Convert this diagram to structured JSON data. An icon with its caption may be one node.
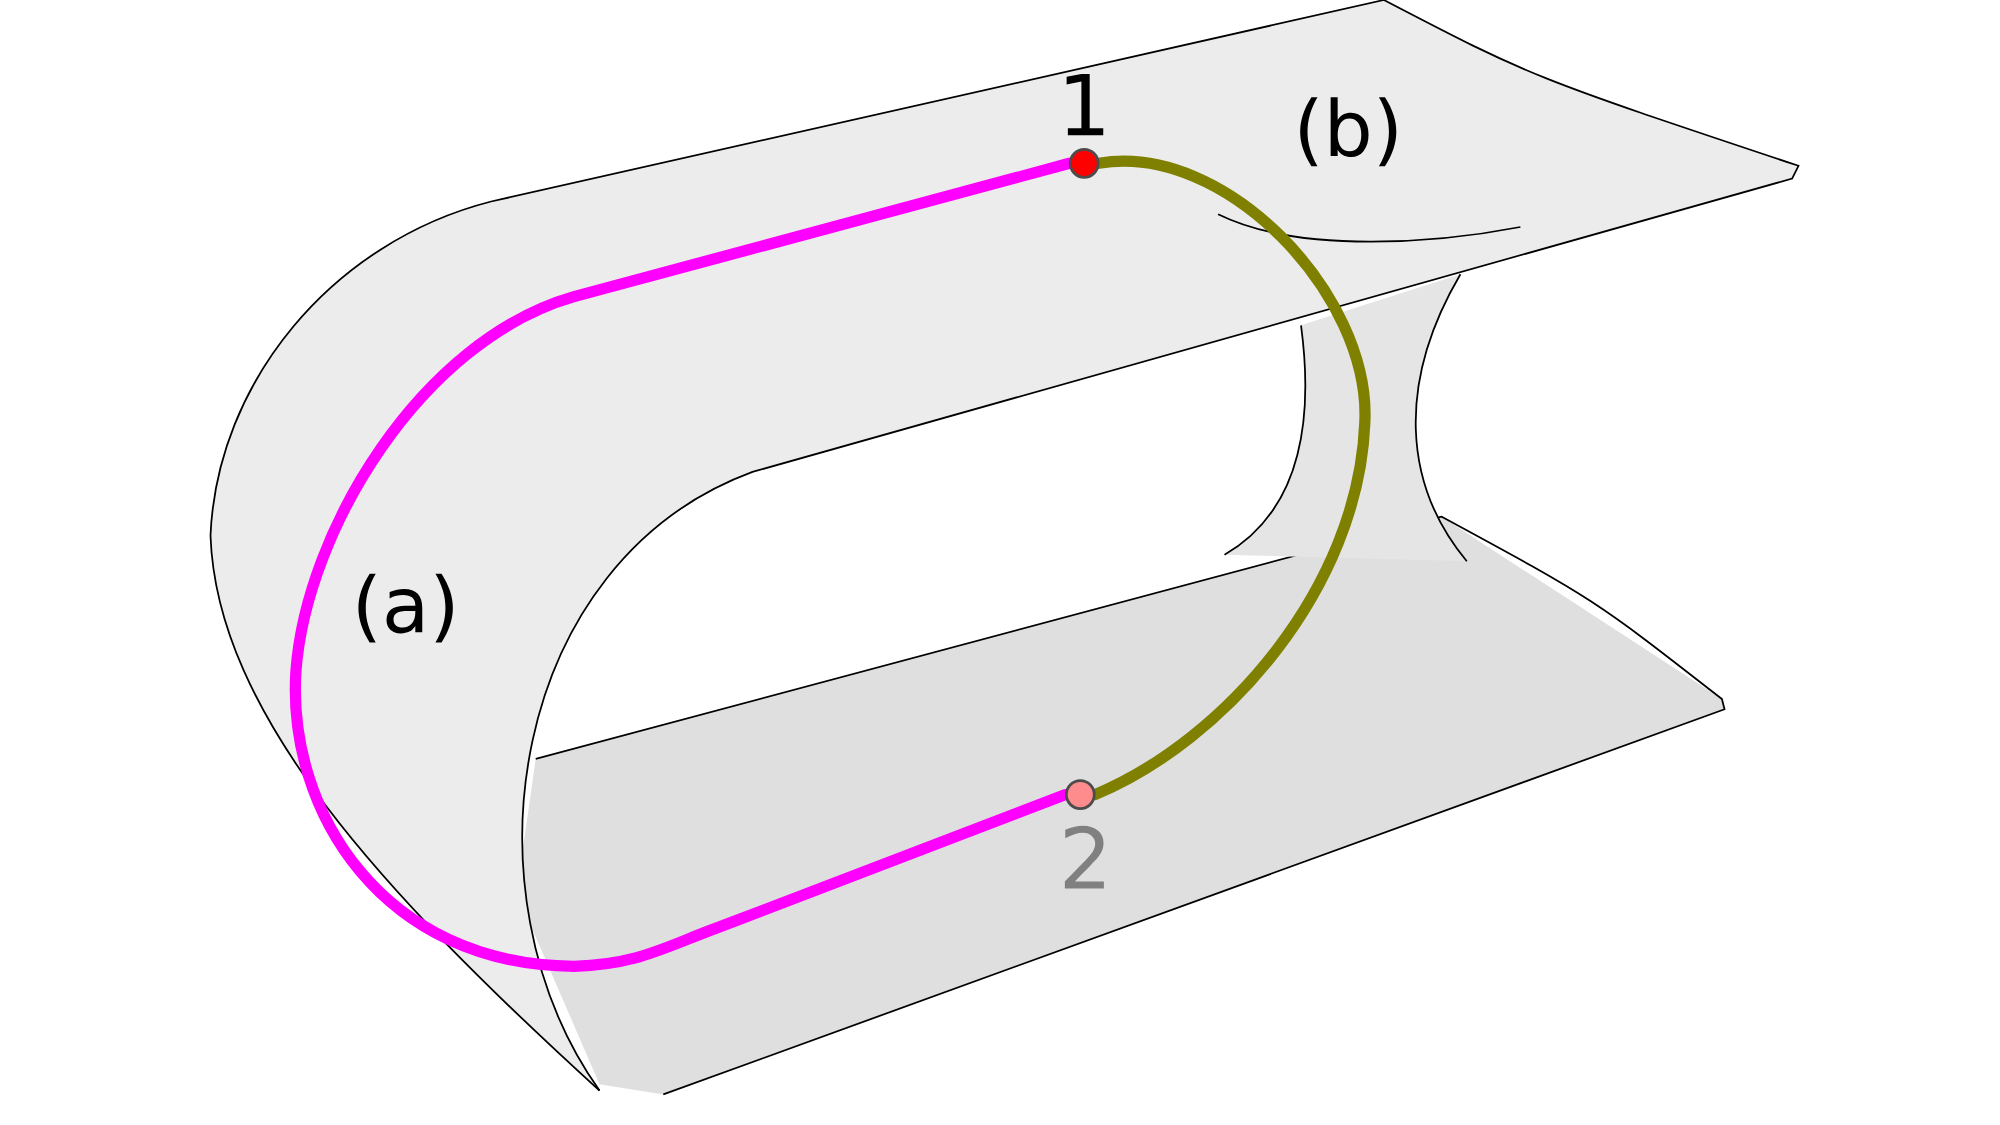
{
  "diagram": {
    "nodes": [
      {
        "text": [],
        "shape": "circle",
        "beside": [
          "1"
        ]
      },
      {
        "text": [],
        "shape": "circle",
        "beside": [
          "2"
        ]
      }
    ],
    "edges": [
      {
        "from": 0,
        "to": 1,
        "arrow": "none",
        "label": "(a)",
        "color": "#ff00ff"
      },
      {
        "from": 0,
        "to": 1,
        "arrow": "none",
        "label": "(b)",
        "color": "#808000"
      }
    ]
  }
}
